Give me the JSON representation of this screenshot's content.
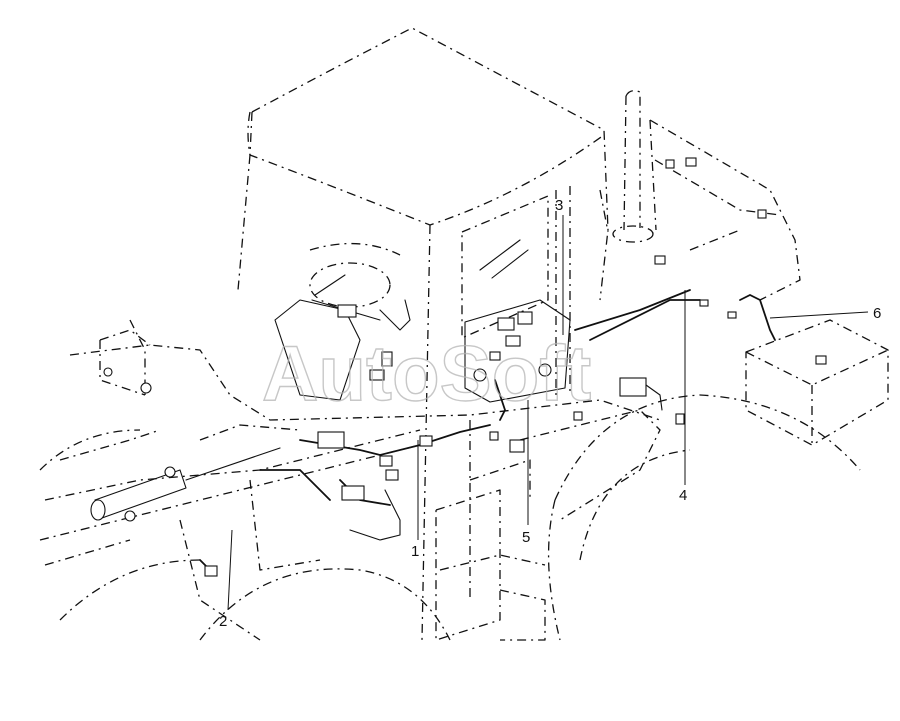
{
  "watermark": "AutoSoft",
  "callouts": [
    {
      "label": "1"
    },
    {
      "label": "2"
    },
    {
      "label": "3"
    },
    {
      "label": "4"
    },
    {
      "label": "5"
    },
    {
      "label": "6"
    }
  ]
}
